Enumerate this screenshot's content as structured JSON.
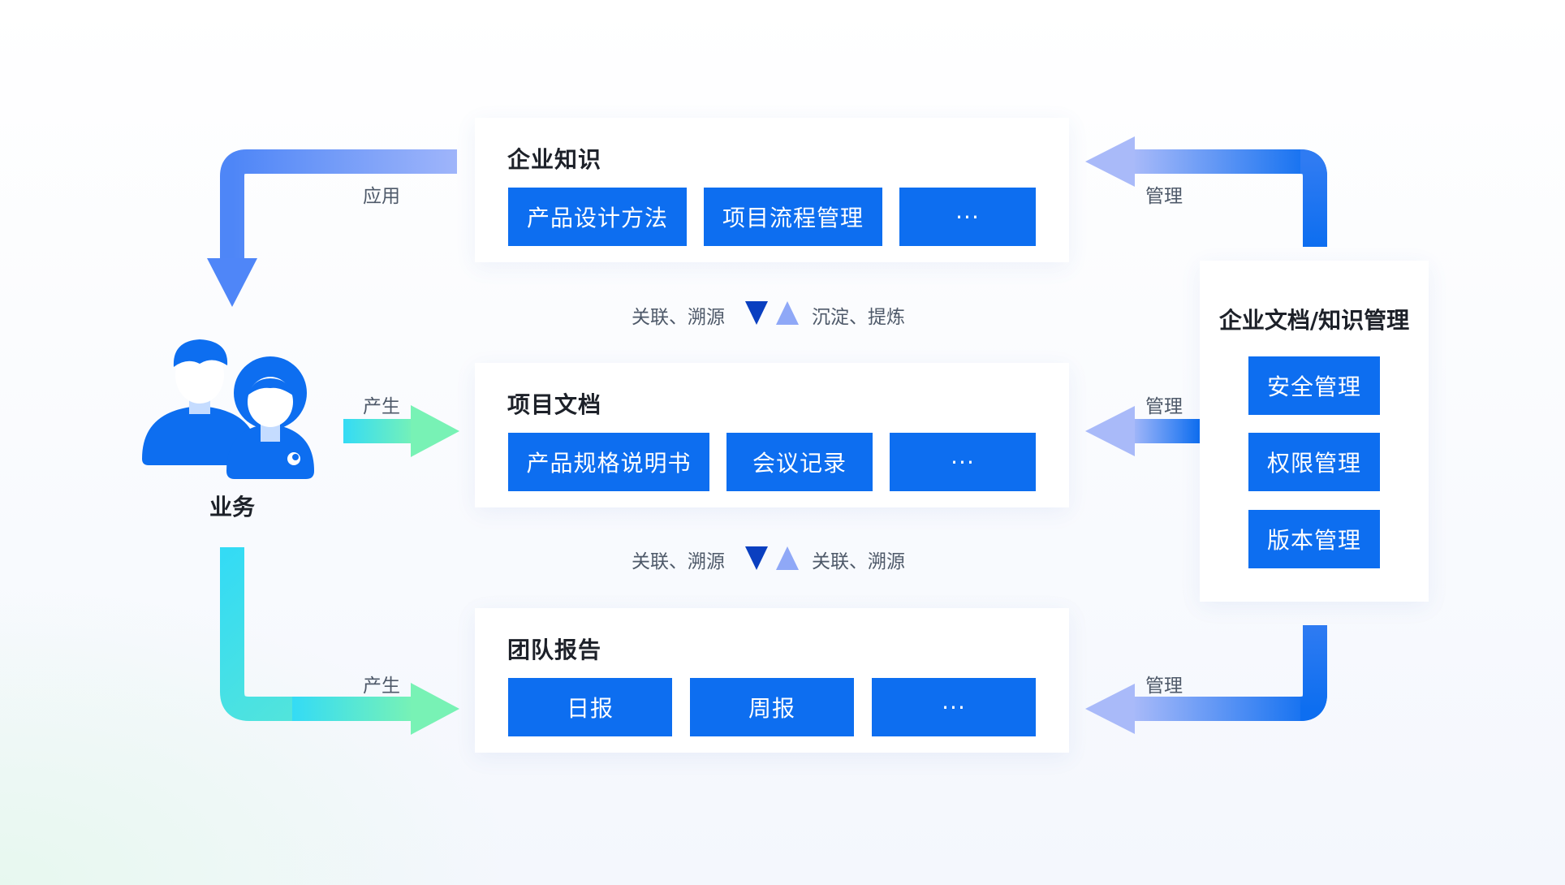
{
  "business": {
    "label": "业务"
  },
  "panels": {
    "knowledge": {
      "title": "企业知识",
      "items": [
        "产品设计方法",
        "项目流程管理",
        "···"
      ]
    },
    "project_docs": {
      "title": "项目文档",
      "items": [
        "产品规格说明书",
        "会议记录",
        "···"
      ]
    },
    "team_reports": {
      "title": "团队报告",
      "items": [
        "日报",
        "周报",
        "···"
      ]
    }
  },
  "management": {
    "title": "企业文档/知识管理",
    "items": [
      "安全管理",
      "权限管理",
      "版本管理"
    ]
  },
  "flows": {
    "apply": "应用",
    "produce_top": "产生",
    "produce_bottom": "产生",
    "manage_top": "管理",
    "manage_mid": "管理",
    "manage_bottom": "管理"
  },
  "relations": {
    "upper_left": "关联、溯源",
    "upper_right": "沉淀、提炼",
    "lower_left": "关联、溯源",
    "lower_right": "关联、溯源"
  },
  "colors": {
    "primary": "#0d6ef0",
    "dark_triangle": "#0a3fc0",
    "light_triangle": "#8fa8f7",
    "gradient_cyan": "#34dbf5",
    "gradient_green": "#78f2b5"
  }
}
